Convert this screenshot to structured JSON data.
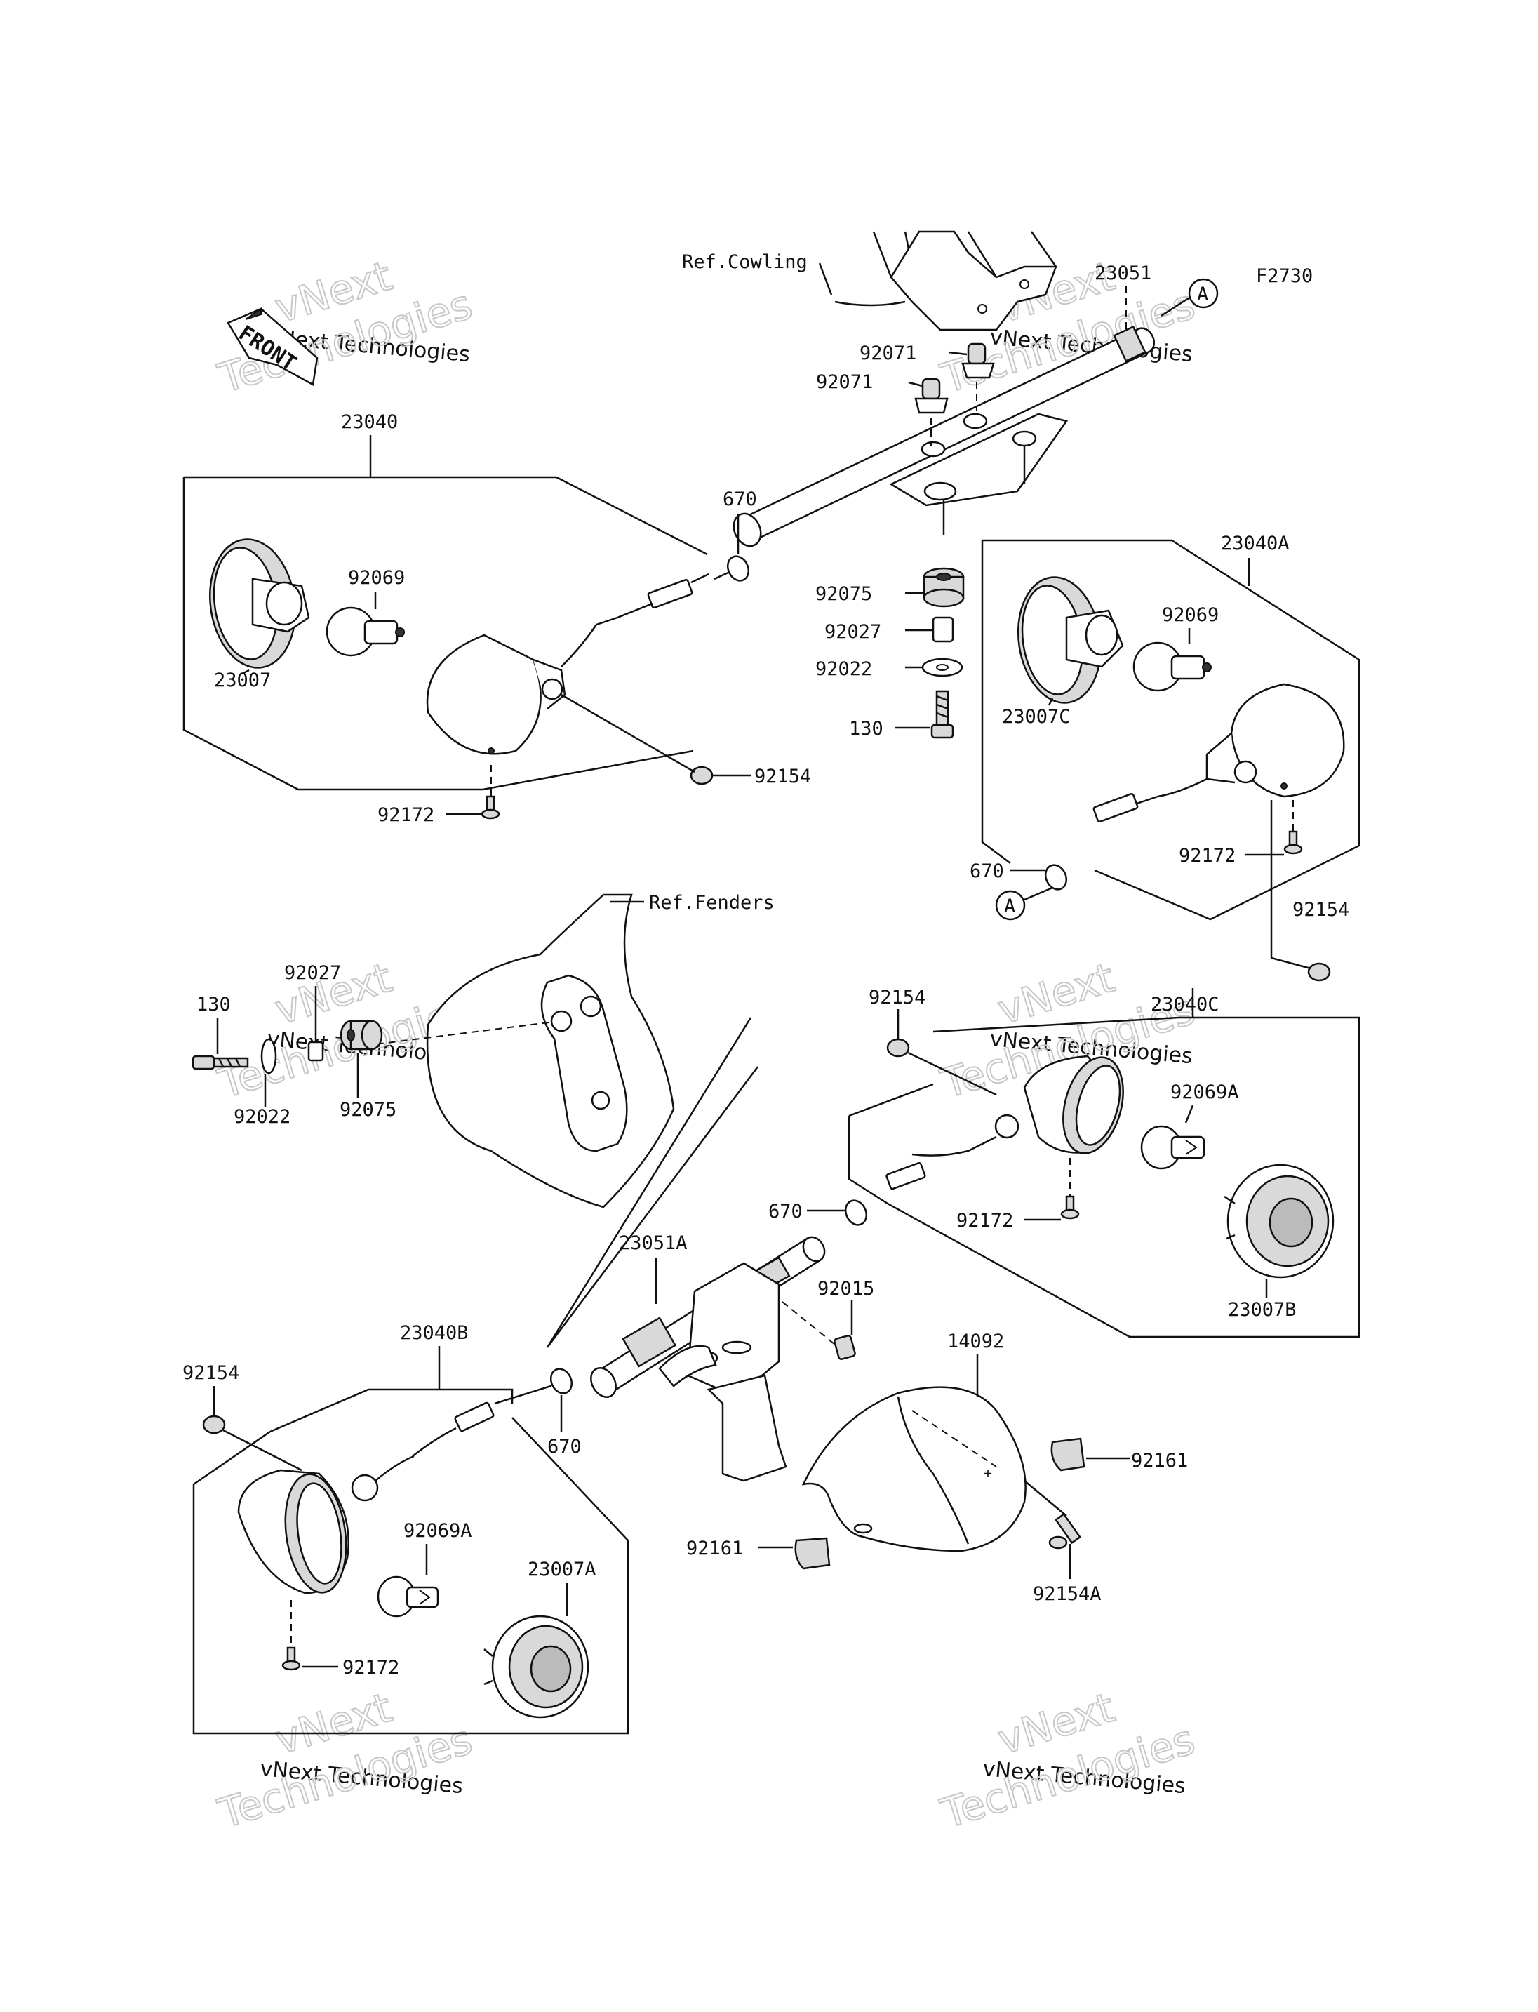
{
  "figure_code": "F2730",
  "front_label": "FRONT",
  "references": {
    "cowling": "Ref.Cowling",
    "fenders": "Ref.Fenders"
  },
  "callout": "A",
  "watermark": {
    "line1": "vNext Technologies",
    "line2": "Technologies",
    "overlay": "vNext"
  },
  "parts": {
    "p23051": "23051",
    "p92071a": "92071",
    "p92071b": "92071",
    "p670_top": "670",
    "p92075_top": "92075",
    "p92027_top": "92027",
    "p92022_top": "92022",
    "p130_top": "130",
    "p23040": "23040",
    "p92069_left": "92069",
    "p23007": "23007",
    "p92154_left": "92154",
    "p92172_left": "92172",
    "p23040A": "23040A",
    "p92069_right": "92069",
    "p23007C": "23007C",
    "p92172_right": "92172",
    "p670_right": "670",
    "p92154_right": "92154",
    "p130_mid": "130",
    "p92027_mid": "92027",
    "p92022_mid": "92022",
    "p92075_mid": "92075",
    "p92154_mid": "92154",
    "p23040C": "23040C",
    "p92069A_right": "92069A",
    "p92172_mid": "92172",
    "p670_mid": "670",
    "p23007B": "23007B",
    "p23051A": "23051A",
    "p92015": "92015",
    "p14092": "14092",
    "p92161_right": "92161",
    "p92154_lower": "92154",
    "p23040B": "23040B",
    "p670_lower": "670",
    "p92161_left": "92161",
    "p92154A": "92154A",
    "p92069A_left": "92069A",
    "p23007A": "23007A",
    "p92172_lower": "92172"
  }
}
